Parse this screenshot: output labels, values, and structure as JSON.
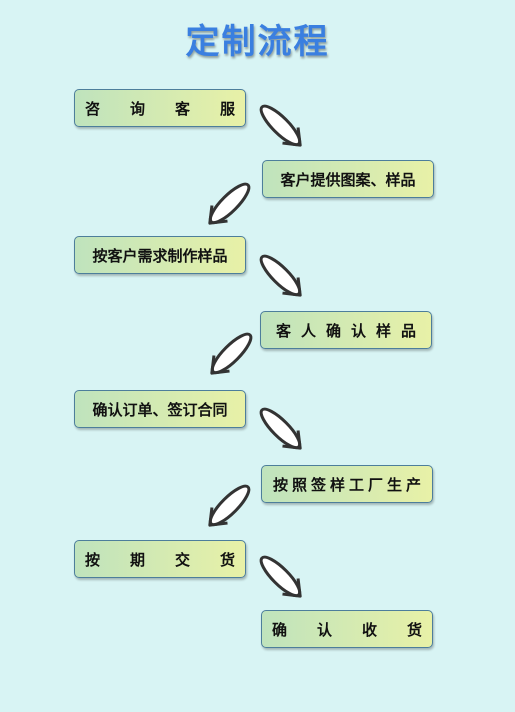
{
  "title": "定制流程",
  "steps": [
    {
      "label": "咨询客服"
    },
    {
      "label": "客户提供图案、样品"
    },
    {
      "label": "按客户需求制作样品"
    },
    {
      "label": "客人确认样品"
    },
    {
      "label": "确认订单、签订合同"
    },
    {
      "label": "按照签样工厂生产"
    },
    {
      "label": "按期交货"
    },
    {
      "label": "确认收货"
    }
  ],
  "colors": {
    "background": "#d8f4f4",
    "title": "#3a7fe0",
    "box_border": "#4d7e9b",
    "box_gradient_start": "#bfe3bd",
    "box_gradient_end": "#e8f1a7",
    "arrow": "#333333"
  }
}
